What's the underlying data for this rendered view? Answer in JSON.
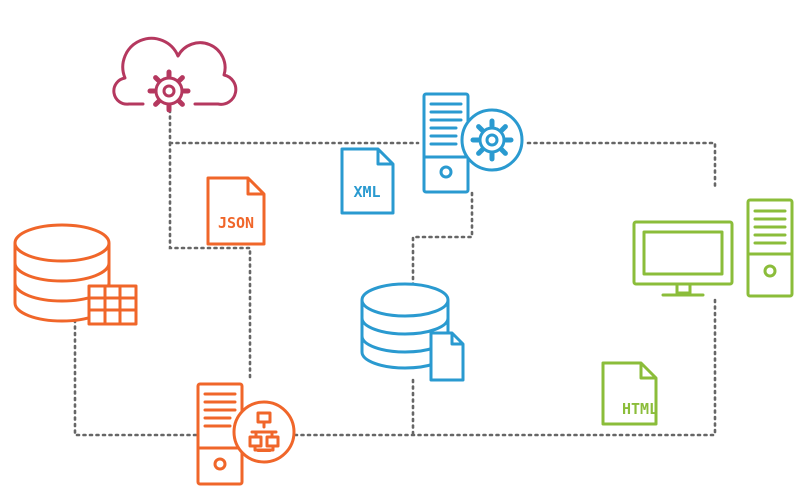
{
  "colors": {
    "cloud": "#b5385f",
    "orange": "#f0662a",
    "blue": "#2a9ad0",
    "green": "#8bbd3a",
    "connector": "#666666",
    "file_fill": "#ffffff"
  },
  "icons": [
    "cloud-gear-icon",
    "json-file-icon",
    "xml-file-icon",
    "server-gear-icon",
    "database-table-icon",
    "database-document-icon",
    "desktop-computer-icon",
    "html-file-icon",
    "server-flowchart-icon"
  ],
  "labels": {
    "json": "JSON",
    "xml": "XML",
    "html": "HTML"
  }
}
